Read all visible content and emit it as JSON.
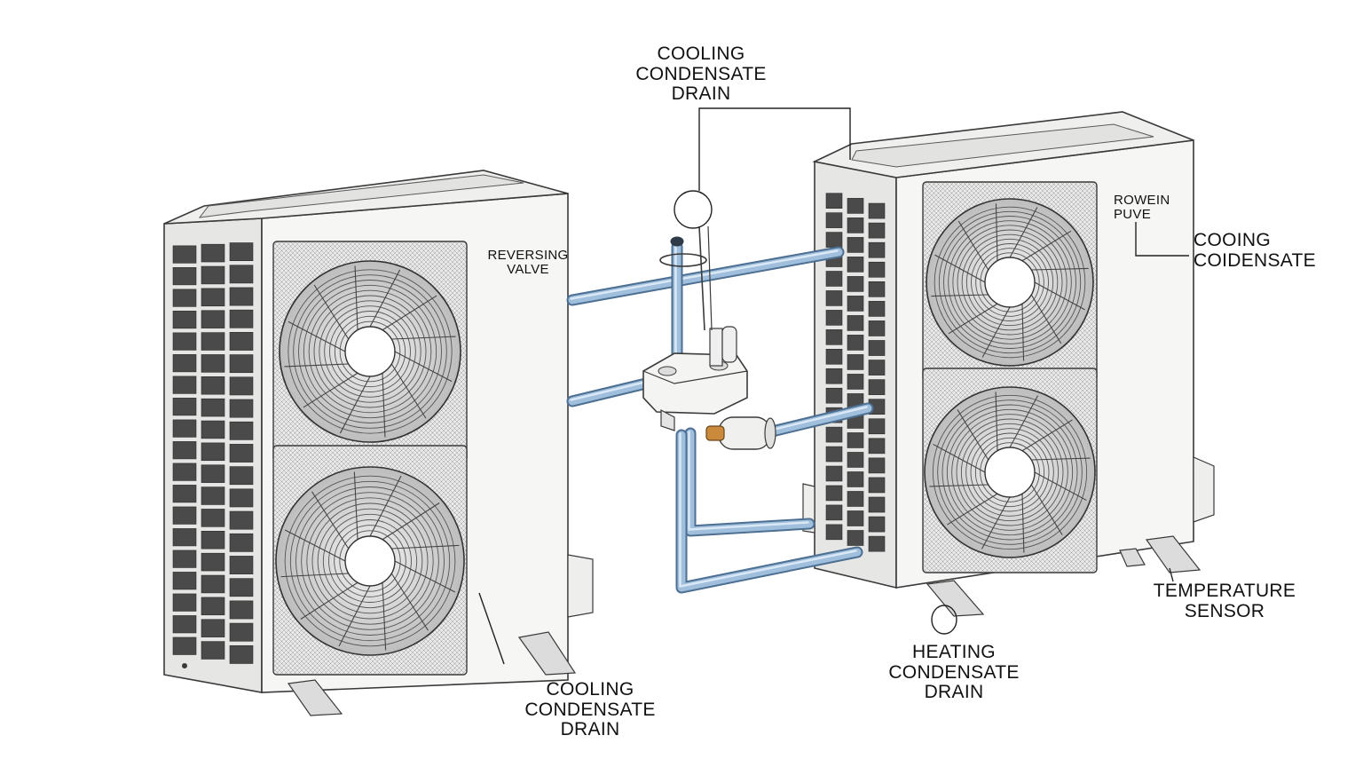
{
  "labels": {
    "top_drain": [
      "COOLING",
      "CONDENSATE",
      "DRAIN"
    ],
    "reversing_valve": [
      "REVERSING",
      "VALVE"
    ],
    "rowen_puve": [
      "ROWEIN",
      "PUVE"
    ],
    "cooing_coidensate": [
      "COOING",
      "COIDENSATE"
    ],
    "temperature_sensor": [
      "TEMPERATURE",
      "SENSOR"
    ],
    "heating_drain": [
      "HEATING",
      "CONDENSATE",
      "DRAIN"
    ],
    "bottom_drain": [
      "COOLING",
      "CONDENSATE",
      "DRAIN"
    ]
  },
  "colors": {
    "pipe": "#9fbfdc",
    "pipe_outline": "#4d6f92",
    "brass": "#c98a3c",
    "unit_body": "#f4f4f2",
    "outline": "#3a3a3a"
  }
}
